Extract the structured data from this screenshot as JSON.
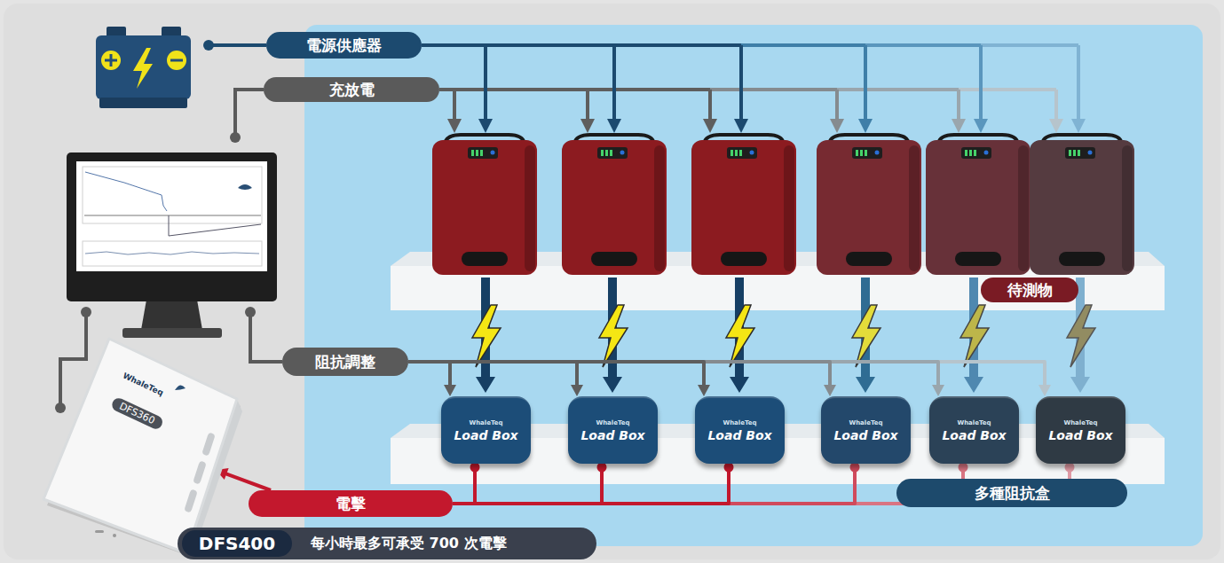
{
  "diagram": {
    "nodes": [
      {
        "text": [
          "電源供應器"
        ]
      },
      {
        "text": [
          "充放電"
        ]
      },
      {
        "text": [
          "待測物"
        ]
      },
      {
        "text": [
          "阻抗調整"
        ]
      },
      {
        "text": [
          "WhaleTeq",
          "Load Box"
        ]
      },
      {
        "text": [
          "WhaleTeq",
          "Load Box"
        ]
      },
      {
        "text": [
          "WhaleTeq",
          "Load Box"
        ]
      },
      {
        "text": [
          "WhaleTeq",
          "Load Box"
        ]
      },
      {
        "text": [
          "WhaleTeq",
          "Load Box"
        ]
      },
      {
        "text": [
          "WhaleTeq",
          "Load Box"
        ]
      },
      {
        "text": [
          "多種阻抗盒"
        ]
      },
      {
        "text": [
          "WhaleTeq",
          "DFS360"
        ]
      },
      {
        "text": [
          "電擊"
        ]
      },
      {
        "text": [
          "每小時最多可承受 700 次電擊"
        ]
      },
      {
        "text": [
          "DFS400"
        ],
        "in": 13
      }
    ],
    "edges": [
      {
        "from": 3,
        "to": 4,
        "arrow": "to"
      },
      {
        "from": 3,
        "to": 5,
        "arrow": "to"
      },
      {
        "from": 3,
        "to": 6,
        "arrow": "to"
      },
      {
        "from": 3,
        "to": 7,
        "arrow": "to"
      },
      {
        "from": 3,
        "to": 8,
        "arrow": "to"
      },
      {
        "from": 3,
        "to": 9,
        "arrow": "to"
      },
      {
        "from": 4,
        "to": 12,
        "arrow": "none"
      },
      {
        "from": 5,
        "to": 12,
        "arrow": "none"
      },
      {
        "from": 6,
        "to": 12,
        "arrow": "none"
      },
      {
        "from": 7,
        "to": 12,
        "arrow": "none"
      },
      {
        "from": 8,
        "to": 12,
        "arrow": "none"
      },
      {
        "from": 9,
        "to": 12,
        "arrow": "none"
      },
      {
        "from": 12,
        "to": 11,
        "arrow": "to"
      }
    ]
  }
}
